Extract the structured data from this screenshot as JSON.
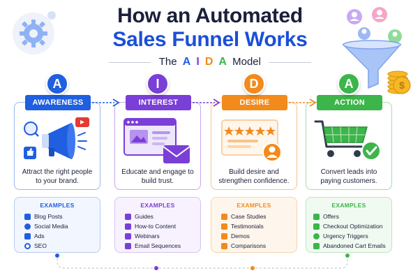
{
  "title": {
    "line1": "How an Automated",
    "line2": "Sales Funnel Works",
    "subtitle_prefix": "The",
    "subtitle_letters": [
      "A",
      "I",
      "D",
      "A"
    ],
    "subtitle_suffix": "Model"
  },
  "colors": {
    "awareness": "#1f5fe0",
    "interest": "#7a3fd6",
    "desire": "#f28a1c",
    "action": "#3cb54a"
  },
  "stages": [
    {
      "letter": "A",
      "name": "AWARENESS",
      "description": "Attract the right people to your brand.",
      "icon": "megaphone-icon",
      "examples_label": "EXAMPLES",
      "examples": [
        "Blog Posts",
        "Social Media",
        "Ads",
        "SEO"
      ]
    },
    {
      "letter": "I",
      "name": "INTEREST",
      "description": "Educate and engage to build trust.",
      "icon": "browser-mail-icon",
      "examples_label": "EXAMPLES",
      "examples": [
        "Guides",
        "How-to Content",
        "Webinars",
        "Email Sequences"
      ]
    },
    {
      "letter": "D",
      "name": "DESIRE",
      "description": "Build desire and strengthen confidence.",
      "icon": "review-stars-icon",
      "examples_label": "EXAMPLES",
      "examples": [
        "Case Studies",
        "Testimonials",
        "Demos",
        "Comparisons"
      ]
    },
    {
      "letter": "A",
      "name": "ACTION",
      "description": "Convert leads into paying customers.",
      "icon": "shopping-cart-icon",
      "examples_label": "EXAMPLES",
      "examples": [
        "Offers",
        "Checkout Optimization",
        "Urgency Triggers",
        "Abandoned Cart Emails"
      ]
    }
  ]
}
